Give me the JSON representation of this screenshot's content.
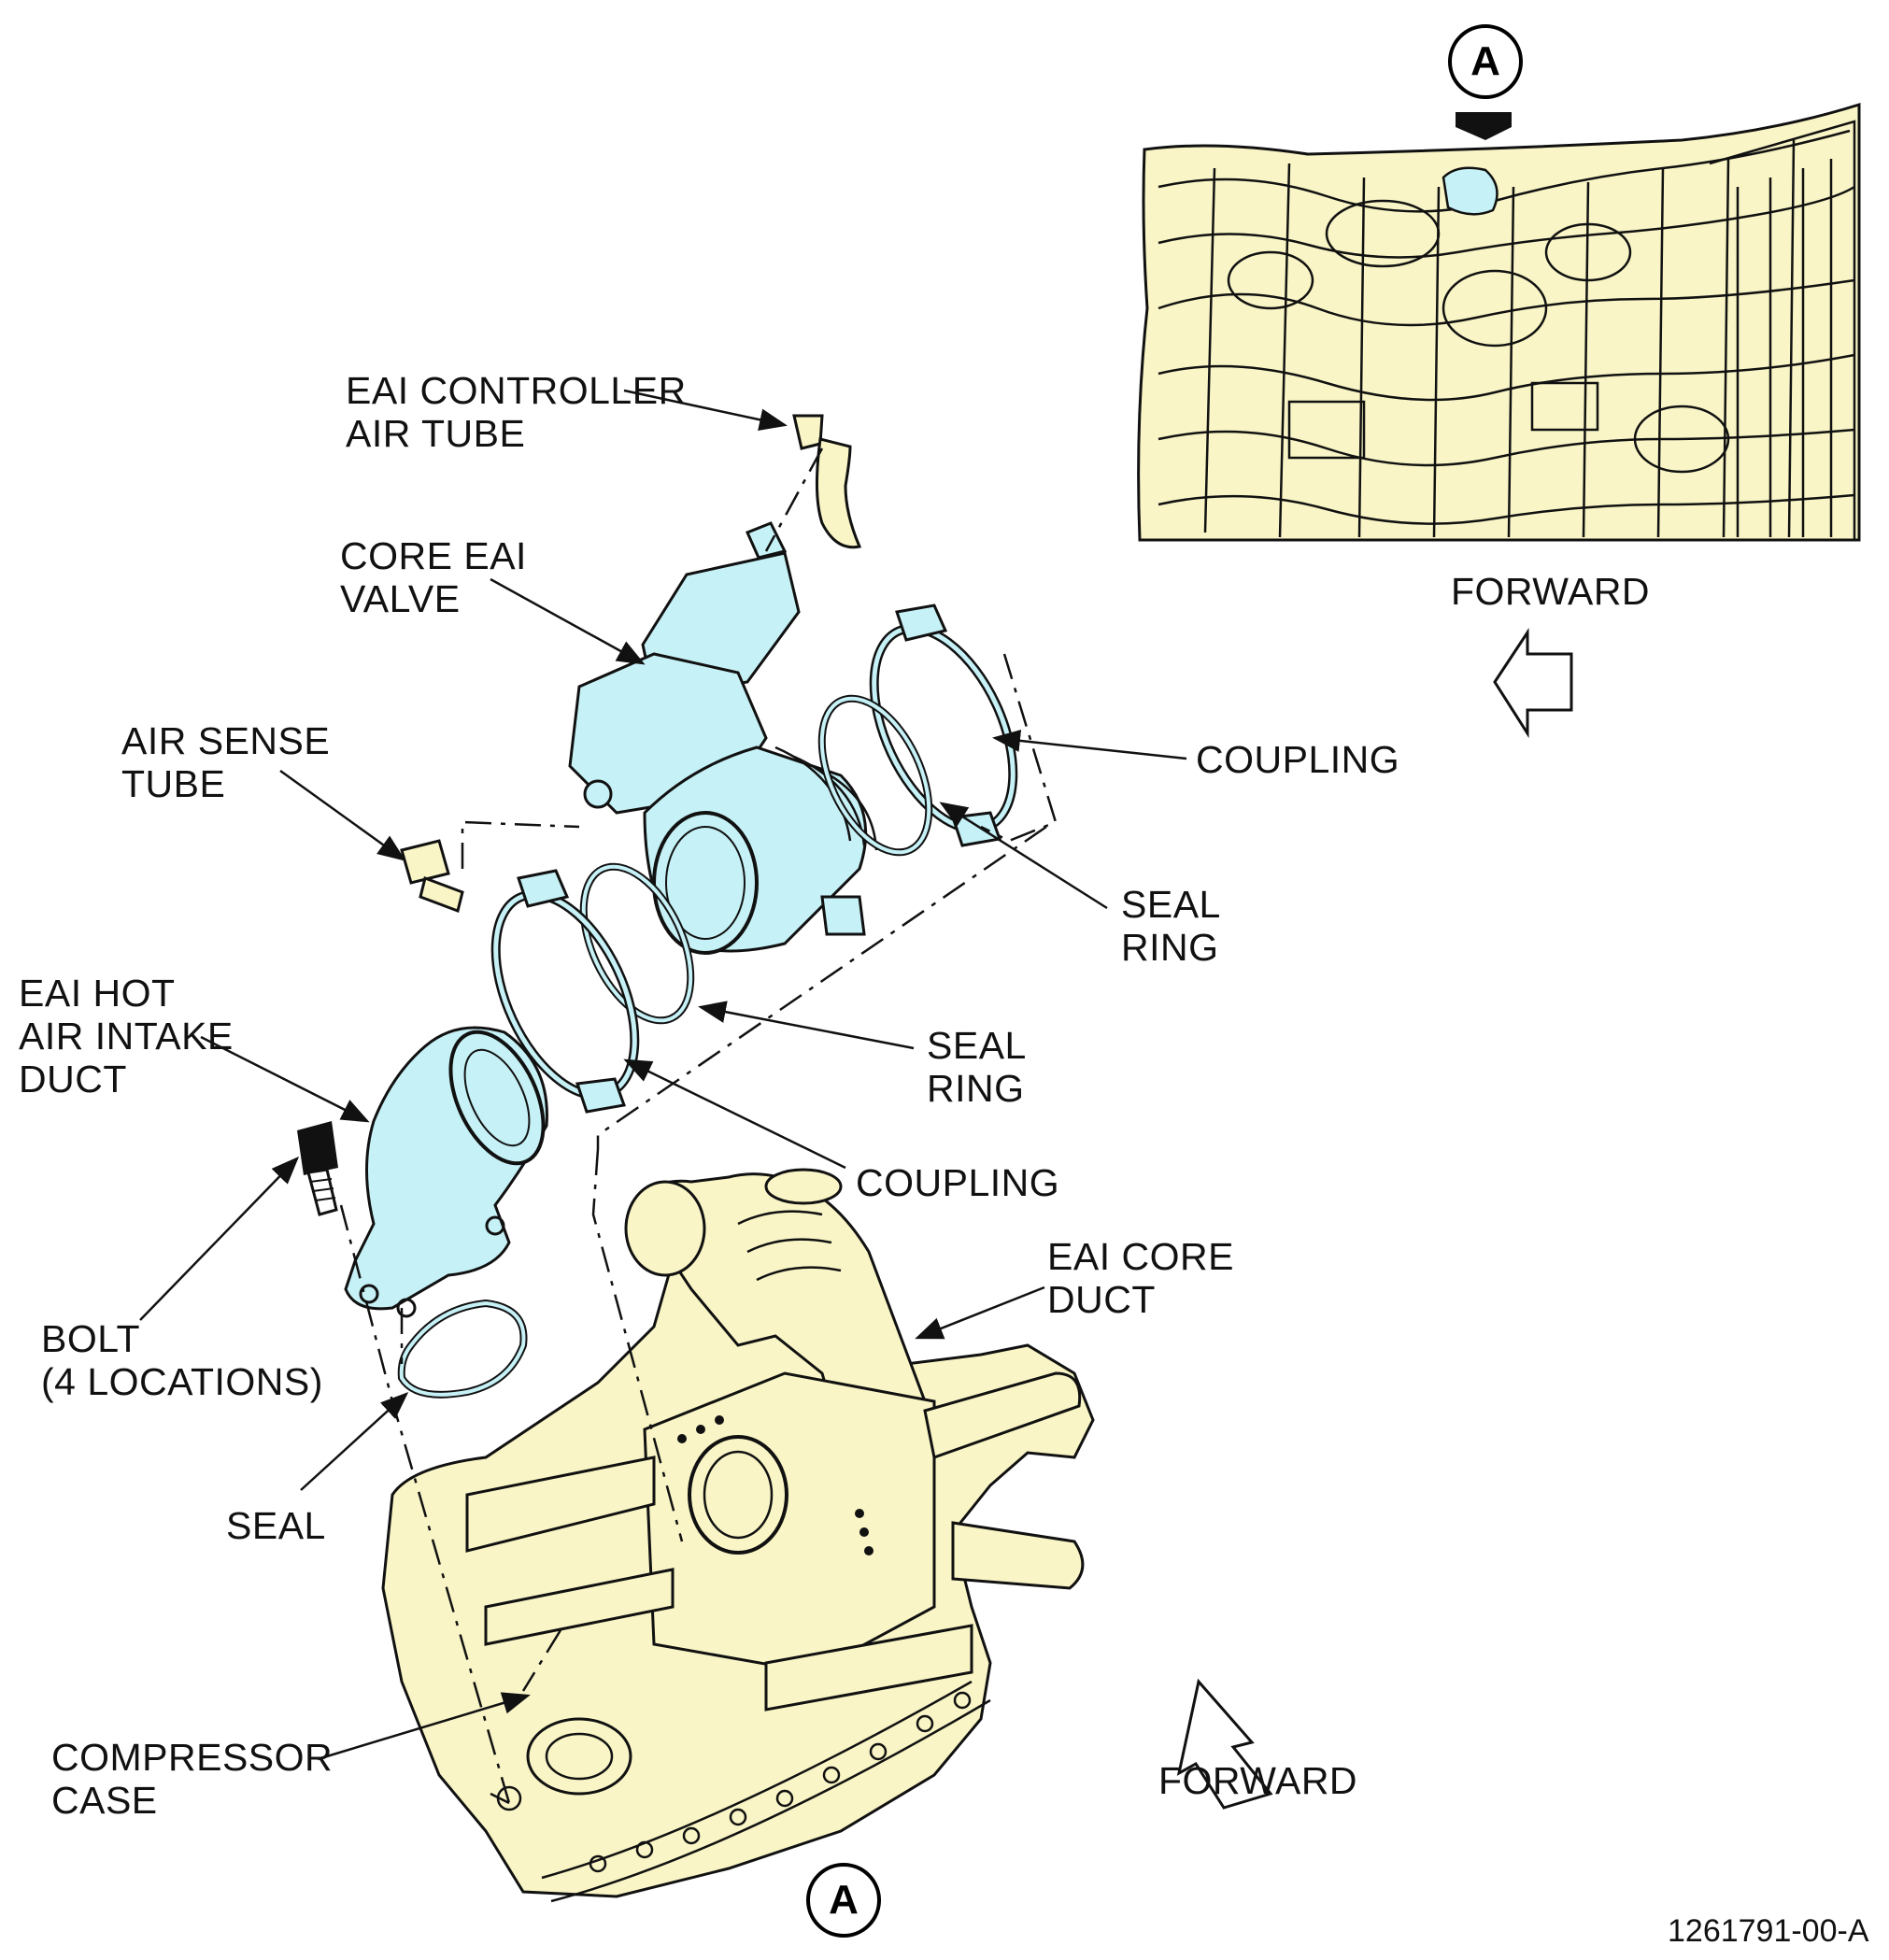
{
  "view_label": "A",
  "figure_number": "1261791-00-A",
  "labels": {
    "eai_controller_air_tube": "EAI CONTROLLER\nAIR TUBE",
    "core_eai_valve": "CORE EAI\nVALVE",
    "air_sense_tube": "AIR SENSE\nTUBE",
    "eai_hot_air_intake_duct": "EAI HOT\nAIR INTAKE\nDUCT",
    "bolt": "BOLT\n(4 LOCATIONS)",
    "seal": "SEAL",
    "compressor_case": "COMPRESSOR\nCASE",
    "coupling_upper": "COUPLING",
    "seal_ring_upper": "SEAL\nRING",
    "seal_ring_lower": "SEAL\nRING",
    "coupling_lower": "COUPLING",
    "eai_core_duct": "EAI CORE\nDUCT",
    "forward_upper": "FORWARD",
    "forward_lower": "FORWARD"
  },
  "colors": {
    "highlight_component": "#c6f1f6",
    "engine_structure": "#f9f5c6",
    "line": "#111111"
  }
}
